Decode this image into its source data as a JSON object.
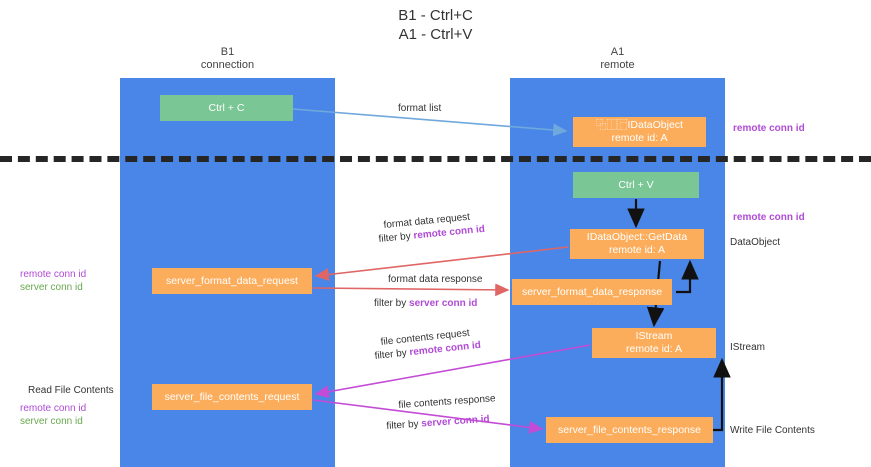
{
  "title": {
    "line1": "B1 - Ctrl+C",
    "line2": "A1 - Ctrl+V"
  },
  "lanes": [
    {
      "id": "b1",
      "name": "B1",
      "subtitle": "connection",
      "color": "#4a86e8"
    },
    {
      "id": "a1",
      "name": "A1",
      "subtitle": "remote",
      "color": "#4a86e8"
    }
  ],
  "colors": {
    "lane": "#4a86e8",
    "green_node": "#7ac694",
    "orange_node": "#fbad5c",
    "purple_text": "#b04bd6",
    "green_text": "#6aa84f",
    "blue_arrow": "#6fa8dc",
    "red_arrow": "#e06666",
    "magenta_arrow": "#c44bd6",
    "black_arrow": "#000000",
    "separator": "#262626"
  },
  "nodes": {
    "ctrl_c": {
      "label": "Ctrl + C",
      "style": "green"
    },
    "idataobject": {
      "line1": "⿻⿰⿸IDataObject",
      "line2": "remote id: A",
      "style": "orange"
    },
    "ctrl_v": {
      "label": "Ctrl + V",
      "style": "green"
    },
    "getdata": {
      "line1": "IDataObject::GetData",
      "line2": "remote id: A",
      "style": "orange"
    },
    "server_format_data_request": {
      "label": "server_format_data_request",
      "style": "orange"
    },
    "server_format_data_response": {
      "label": "server_format_data_response",
      "style": "orange"
    },
    "istream": {
      "line1": "IStream",
      "line2": "remote id: A",
      "style": "orange"
    },
    "server_file_contents_request": {
      "label": "server_file_contents_request",
      "style": "orange"
    },
    "server_file_contents_response": {
      "label": "server_file_contents_response",
      "style": "orange"
    }
  },
  "edge_labels": {
    "format_list": "format list",
    "format_data_request": "format data request",
    "format_data_request_filter_prefix": "filter by ",
    "format_data_request_filter_key": "remote conn id",
    "format_data_response": "format data response",
    "format_data_response_filter_prefix": "filter by ",
    "format_data_response_filter_key": "server conn id",
    "file_contents_request": "file contents request",
    "file_contents_request_filter_prefix": "filter by ",
    "file_contents_request_filter_key": "remote conn id",
    "file_contents_response": "file contents response",
    "file_contents_response_filter_prefix": "filter by ",
    "file_contents_response_filter_key": "server conn id"
  },
  "annotations": {
    "right_remote_conn_id_top": "remote conn id",
    "right_remote_conn_id_mid": "remote conn id",
    "right_dataobject": "DataObject",
    "right_istream": "IStream",
    "right_write_file_contents": "Write File Contents",
    "left_remote_conn_id_1": "remote conn id",
    "left_server_conn_id_1": "server conn id",
    "left_read_file_contents": "Read File Contents",
    "left_remote_conn_id_2": "remote conn id",
    "left_server_conn_id_2": "server conn id"
  }
}
